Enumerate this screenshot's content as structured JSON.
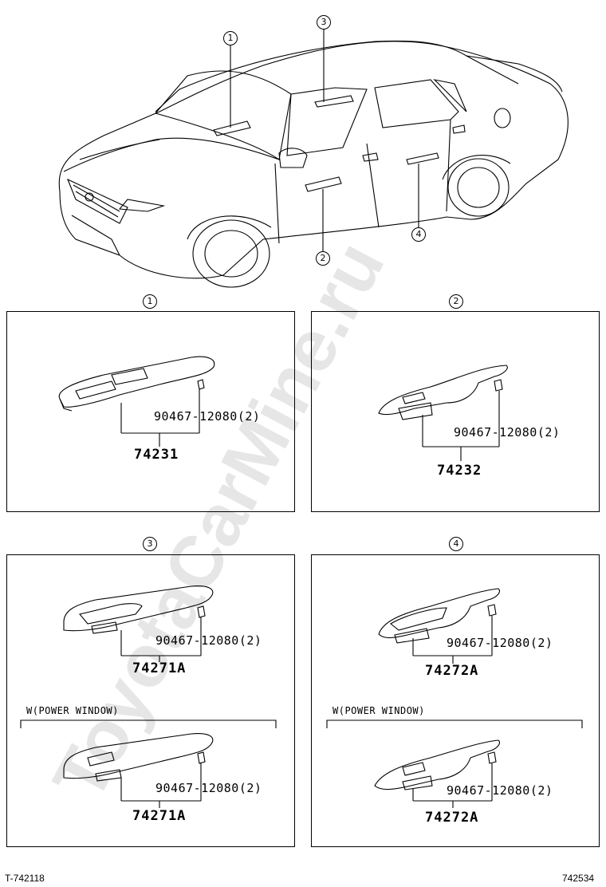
{
  "callouts": {
    "c1": "1",
    "c2": "2",
    "c3": "3",
    "c4": "4"
  },
  "panel1": {
    "callout": "1",
    "bolt_pn": "90467-12080(2)",
    "part_pn": "74231"
  },
  "panel2": {
    "callout": "2",
    "bolt_pn": "90467-12080(2)",
    "part_pn": "74232"
  },
  "panel3": {
    "callout": "3",
    "bolt_pn_a": "90467-12080(2)",
    "part_pn_a": "74271A",
    "note": "W(POWER WINDOW)",
    "bolt_pn_b": "90467-12080(2)",
    "part_pn_b": "74271A"
  },
  "panel4": {
    "callout": "4",
    "bolt_pn_a": "90467-12080(2)",
    "part_pn_a": "74272A",
    "note": "W(POWER WINDOW)",
    "bolt_pn_b": "90467-12080(2)",
    "part_pn_b": "74272A"
  },
  "footer": {
    "left_code": "T-742118",
    "right_code": "742534"
  },
  "watermark": "ToyotaCarMine.ru"
}
